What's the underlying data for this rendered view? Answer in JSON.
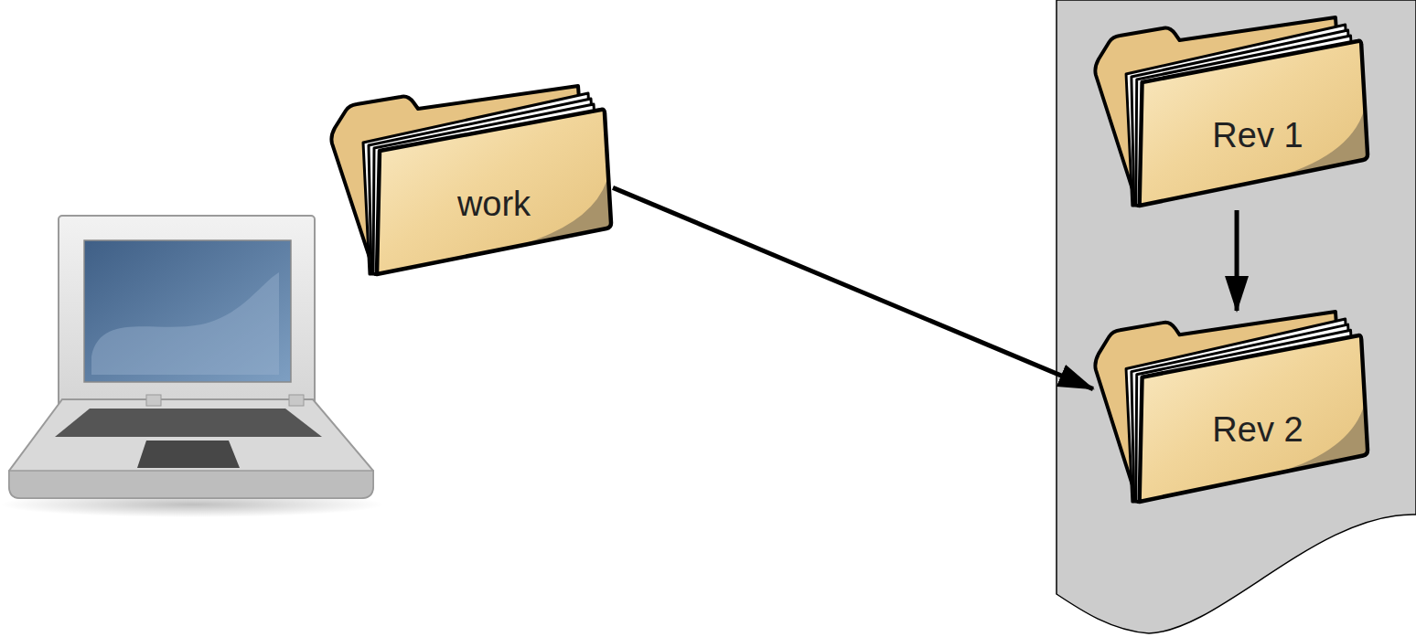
{
  "diagram": {
    "nodes": [
      {
        "text": [
          "work"
        ]
      },
      {
        "text": [
          "Rev 1"
        ]
      },
      {
        "text": [
          "Rev 2"
        ]
      }
    ],
    "edges": [
      {
        "from": 0,
        "to": 2,
        "arrow": "to"
      },
      {
        "from": 1,
        "to": 2,
        "arrow": "to"
      }
    ]
  }
}
